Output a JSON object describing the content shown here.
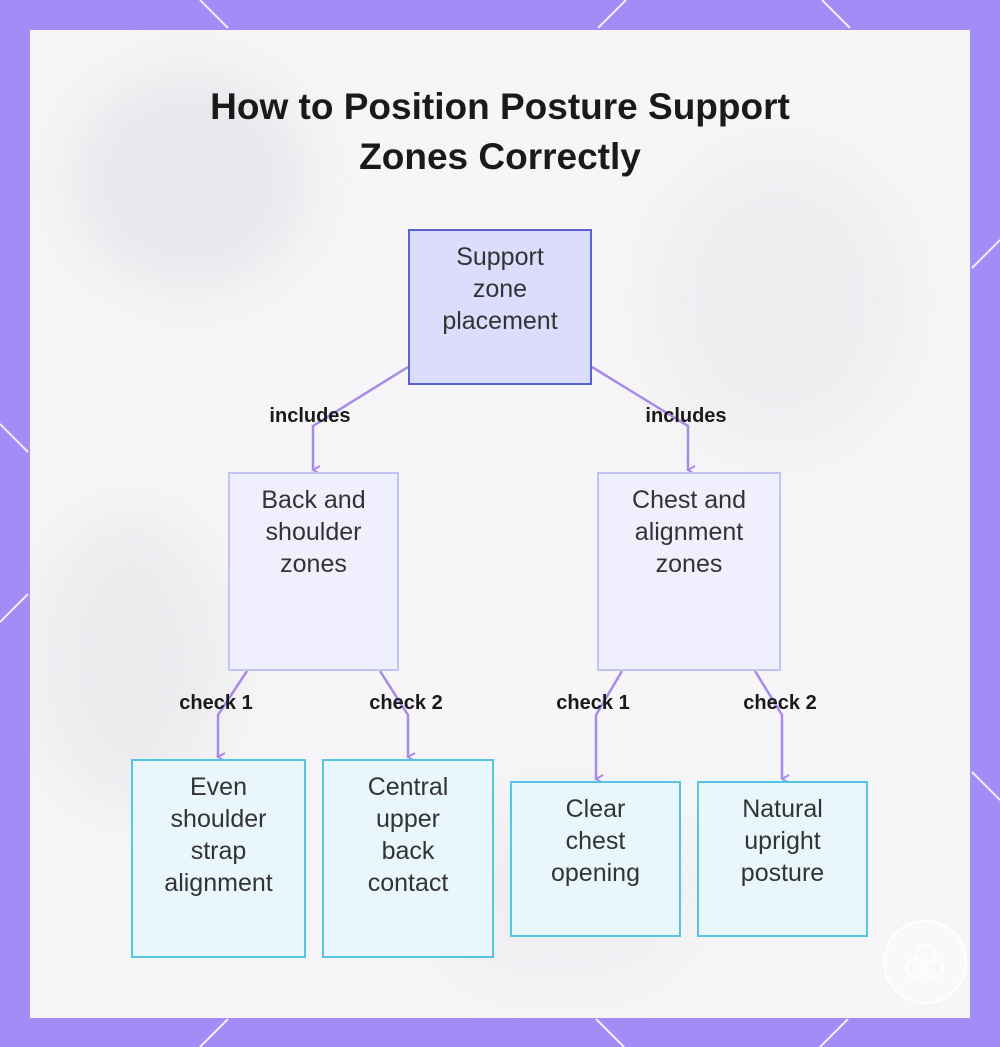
{
  "title": {
    "line1": "How to Position Posture Support",
    "line2": "Zones Correctly"
  },
  "nodes": {
    "root": {
      "lines": [
        "Support",
        "zone",
        "placement"
      ]
    },
    "back": {
      "lines": [
        "Back and",
        "shoulder",
        "zones"
      ]
    },
    "chest": {
      "lines": [
        "Chest and",
        "alignment",
        "zones"
      ]
    },
    "even": {
      "lines": [
        "Even",
        "shoulder",
        "strap",
        "alignment"
      ]
    },
    "central": {
      "lines": [
        "Central",
        "upper",
        "back",
        "contact"
      ]
    },
    "clear": {
      "lines": [
        "Clear",
        "chest",
        "opening"
      ]
    },
    "natural": {
      "lines": [
        "Natural",
        "upright",
        "posture"
      ]
    }
  },
  "edges": {
    "root_back": "includes",
    "root_chest": "includes",
    "back_even": "check 1",
    "back_central": "check 2",
    "chest_clear": "check 1",
    "chest_natural": "check 2"
  },
  "colors": {
    "frame": "#a48cf6",
    "edge": "#a98ae6",
    "root_fill": "#dcdcfc",
    "root_border": "#5a62cf",
    "mid_fill": "#efeffd",
    "mid_border": "#c2c4f4",
    "leaf_fill": "#e9f7fc",
    "leaf_border": "#56c4e4"
  },
  "icons": {
    "watermark": "logo-icon"
  }
}
